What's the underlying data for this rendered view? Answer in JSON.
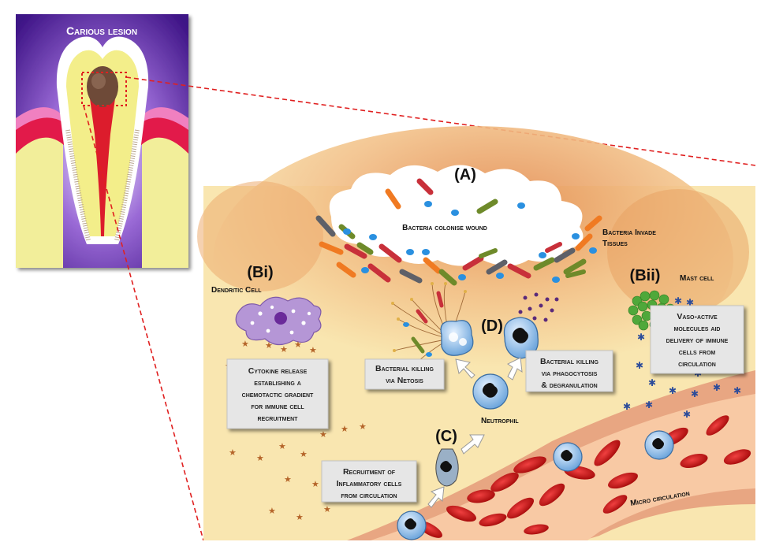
{
  "panel": {
    "title": "Carious lesion"
  },
  "labels": {
    "a": "(A)",
    "bi": "(Bi)",
    "bii": "(Bii)",
    "c": "(C)",
    "d": "(D)",
    "bacteria_colonise": "Bacteria colonise wound",
    "bacteria_invade_1": "Bacteria Invade",
    "bacteria_invade_2": "Tissues",
    "dendritic_cell": "Dendritic Cell",
    "mast_cell": "Mast cell",
    "neutrophil": "Neutrophil",
    "micro_circulation": "Micro circulation"
  },
  "boxes": {
    "cytokine": [
      "Cytokine release",
      "establishing a",
      "chemotactic gradient",
      "for immune cell",
      "recruitment"
    ],
    "netosis": [
      "Bacterial killing",
      "via Netosis"
    ],
    "phago": [
      "Bacterial killing",
      "via phagocytosis",
      "& degranulation"
    ],
    "vaso": [
      "Vaso-active",
      "molecules aid",
      "delivery of immune",
      "cells from",
      "circulation"
    ],
    "recruitment": [
      "Recruitment of",
      "Inflammatory cells",
      "from circulation"
    ]
  },
  "colors": {
    "tooth_bg": "#4a1d8e",
    "tissue": "#f7e3a0",
    "tissue_dark": "#e8a36a",
    "vessel": "#f5c6a0",
    "rbc": "#c81818",
    "cell_blue": "#a8cdef",
    "zoom_line": "#e02020"
  }
}
